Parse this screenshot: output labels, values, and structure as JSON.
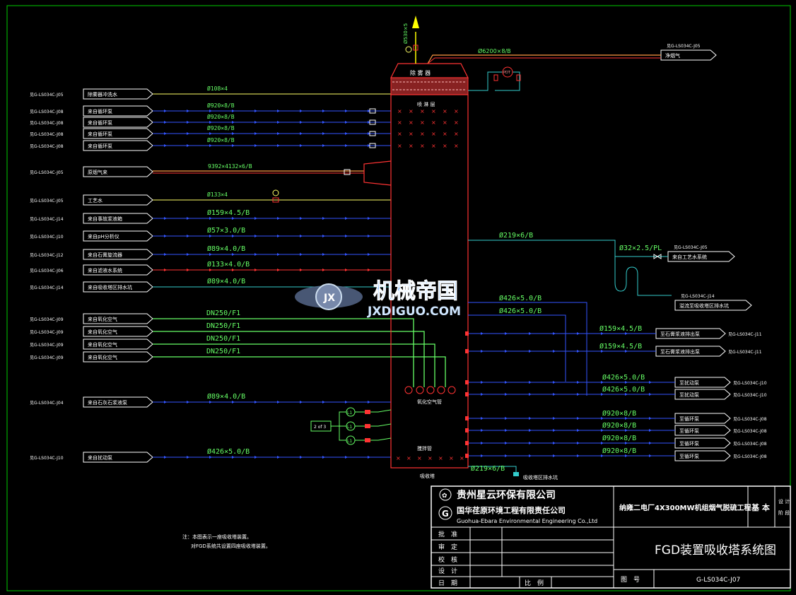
{
  "tower": {
    "top_label": "除 雾 器",
    "spray_label": "喷 淋 层",
    "oxid_label": "氧化空气管",
    "stir_label": "搅拌管",
    "bottom_label": "吸收塔",
    "stack_pipe": "Ø530×5",
    "top_pipe": "Ø6200×8/B",
    "pdt": "PDT"
  },
  "left_streams": [
    {
      "ref": "见G-LS034C-J05",
      "label": "除雾器冲洗水",
      "pipe": "Ø108×4",
      "color": "#ffff66"
    },
    {
      "ref": "见G-LS034C-J08",
      "label": "来自循环泵",
      "pipe": "Ø920×8/B",
      "color": "#3355ff"
    },
    {
      "ref": "见G-LS034C-J08",
      "label": "来自循环泵",
      "pipe": "Ø920×8/B",
      "color": "#3355ff"
    },
    {
      "ref": "见G-LS034C-J08",
      "label": "来自循环泵",
      "pipe": "Ø920×8/B",
      "color": "#3355ff"
    },
    {
      "ref": "见G-LS034C-J08",
      "label": "来自循环泵",
      "pipe": "Ø920×8/B",
      "color": "#3355ff"
    },
    {
      "ref": "见G-LS034C-J05",
      "label": "原烟气来",
      "pipe": "9392×4132×6/B",
      "color": "#ff9944"
    },
    {
      "ref": "见G-LS034C-J05",
      "label": "工艺水",
      "pipe": "Ø133×4",
      "color": "#ffff66"
    },
    {
      "ref": "见G-LS034C-J14",
      "label": "来自事故浆液箱",
      "pipe": "Ø159×4.5/B",
      "color": "#3355ff"
    },
    {
      "ref": "见G-LS034C-J10",
      "label": "来自pH分析仪",
      "pipe": "Ø57×3.0/B",
      "color": "#3355ff"
    },
    {
      "ref": "见G-LS034C-J12",
      "label": "来自石膏旋流器",
      "pipe": "Ø89×4.0/B",
      "color": "#3355ff"
    },
    {
      "ref": "见G-LS034C-J06",
      "label": "来自滤液水系统",
      "pipe": "Ø133×4.0/B",
      "color": "#ff3333"
    },
    {
      "ref": "见G-LS034C-J14",
      "label": "来自吸收塔区排水坑",
      "pipe": "Ø89×4.0/B",
      "color": "#33cccc"
    },
    {
      "ref": "见G-LS034C-J09",
      "label": "来自氧化空气",
      "pipe": "DN250/F1",
      "color": "#66ff66"
    },
    {
      "ref": "见G-LS034C-J09",
      "label": "来自氧化空气",
      "pipe": "DN250/F1",
      "color": "#66ff66"
    },
    {
      "ref": "见G-LS034C-J09",
      "label": "来自氧化空气",
      "pipe": "DN250/F1",
      "color": "#66ff66"
    },
    {
      "ref": "见G-LS034C-J09",
      "label": "来自氧化空气",
      "pipe": "DN250/F1",
      "color": "#66ff66"
    },
    {
      "ref": "见G-LS034C-J04",
      "label": "来自石灰石浆液泵",
      "pipe": "Ø89×4.0/B",
      "color": "#3355ff"
    },
    {
      "ref": "见G-LS034C-J10",
      "label": "来自扰动泵",
      "pipe": "Ø426×5.0/B",
      "color": "#3355ff"
    }
  ],
  "right_streams": [
    {
      "ref": "见G-LS034C-J05",
      "label": "净烟气",
      "pipe": "",
      "color": "#ff9944"
    },
    {
      "ref": "见G-LS034C-J05",
      "label": "来自工艺水系统",
      "pipe": "Ø32×2.5/PL",
      "color": "#33cccc"
    },
    {
      "ref": "见G-LS034C-J14",
      "label": "溢流至吸收塔区排水坑",
      "pipe": "",
      "color": "#33cccc"
    },
    {
      "ref": "见G-LS034C-J11",
      "label": "至石膏浆液排出泵",
      "pipe": "Ø159×4.5/B",
      "color": "#3355ff"
    },
    {
      "ref": "见G-LS034C-J11",
      "label": "至石膏浆液排出泵",
      "pipe": "Ø159×4.5/B",
      "color": "#3355ff"
    },
    {
      "ref": "见G-LS034C-J10",
      "label": "至扰动泵",
      "pipe": "Ø426×5.0/B",
      "color": "#3355ff"
    },
    {
      "ref": "见G-LS034C-J10",
      "label": "至扰动泵",
      "pipe": "Ø426×5.0/B",
      "color": "#3355ff"
    },
    {
      "ref": "见G-LS034C-J08",
      "label": "至循环泵",
      "pipe": "Ø920×8/B",
      "color": "#3355ff"
    },
    {
      "ref": "见G-LS034C-J08",
      "label": "至循环泵",
      "pipe": "Ø920×8/B",
      "color": "#3355ff"
    },
    {
      "ref": "见G-LS034C-J08",
      "label": "至循环泵",
      "pipe": "Ø920×8/B",
      "color": "#3355ff"
    },
    {
      "ref": "见G-LS034C-J08",
      "label": "至循环泵",
      "pipe": "Ø920×8/B",
      "color": "#3355ff"
    }
  ],
  "right_misc": {
    "overflow_pipe": "Ø219×6/B",
    "upper_pipe_a": "Ø426×5.0/B",
    "upper_pipe_b": "Ø426×5.0/B",
    "drain_pipe": "Ø219×6/B",
    "drain_label": "吸收塔区排水坑"
  },
  "valves": {
    "group_label": "2 of 3",
    "l1": "L1",
    "l2": "L1",
    "l3": "L1"
  },
  "watermark": {
    "cn": "机械帝国",
    "en": "JXDIGUO.COM"
  },
  "notes": {
    "line1": "注：本图表示一座吸收塔装置。",
    "line2": "对FGD系统共设置四座吸收塔装置。"
  },
  "title_block": {
    "company_cn": "贵州星云环保有限公司",
    "company2_cn": "国华荏原环境工程有限责任公司",
    "company_en": "Guohua-Ebara Environmental Engineering Co.,Ltd",
    "project": "纳雍二电厂4X300MW机组烟气脱硫工程",
    "phase_a": "基 本",
    "phase_b1": "设 计",
    "phase_b2": "阶 段",
    "rows": [
      "批　准",
      "审　定",
      "校　核",
      "设　计"
    ],
    "date_label": "日　期",
    "scale_label": "比　例",
    "drawing_title": "FGD装置吸收塔系统图",
    "drawing_no_label": "图　号",
    "drawing_no": "G-LS034C-J07"
  },
  "colors": {
    "tower": "#ff3333",
    "yellow": "#ffff00",
    "blue": "#3355ff",
    "green": "#66ff66",
    "cyan": "#33cccc",
    "white": "#ffffff",
    "border": "#00cc00"
  }
}
